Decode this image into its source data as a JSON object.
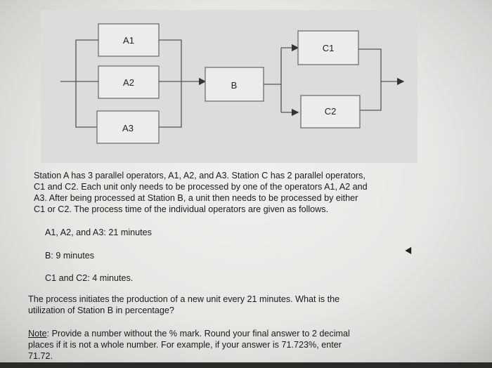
{
  "diagram": {
    "boxes": {
      "a1": "A1",
      "a2": "A2",
      "a3": "A3",
      "b": "B",
      "c1": "C1",
      "c2": "C2"
    }
  },
  "question": {
    "intro_lines": [
      "Station A has 3 parallel operators, A1, A2, and A3. Station C has 2 parallel operators,",
      "C1 and C2. Each unit only needs to be processed by one of the operators A1, A2 and",
      "A3. After being processed at Station B, a unit then needs to be processed by either",
      "C1 or C2. The process time of the individual operators are given as follows."
    ],
    "times": {
      "a": "A1, A2, and A3: 21 minutes",
      "b": "B: 9 minutes",
      "c": "C1 and C2: 4 minutes."
    },
    "prompt_lines": [
      "The process initiates the production of a new unit every 21 minutes. What is the",
      "utilization of Station B in percentage?"
    ],
    "note": {
      "label": "Note",
      "line1_rest": ": Provide a number without the % mark. Round your final answer to 2 decimal",
      "line2": "places if it is not a whole number. For example, if your answer is 71.723%, enter",
      "line3": "71.72."
    }
  }
}
